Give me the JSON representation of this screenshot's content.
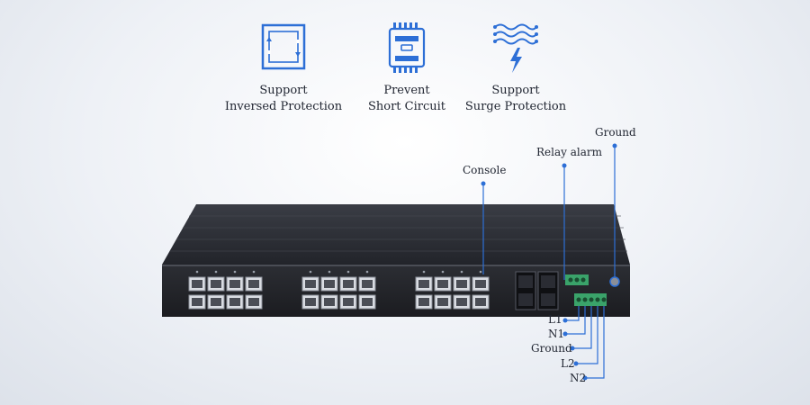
{
  "features": [
    {
      "line1": "Support",
      "line2": "Inversed Protection",
      "icon": "inverse-protection-icon"
    },
    {
      "line1": "Prevent",
      "line2": "Short Circuit",
      "icon": "short-circuit-icon"
    },
    {
      "line1": "Support",
      "line2": "Surge Protection",
      "icon": "surge-protection-icon"
    }
  ],
  "callouts": {
    "console": "Console",
    "relay_alarm": "Relay alarm",
    "ground_top": "Ground",
    "l1": "L1",
    "n1": "N1",
    "ground_bottom": "Ground",
    "l2": "L2",
    "n2": "N2"
  },
  "colors": {
    "accent": "#2d6fd6",
    "device": "#25272d",
    "terminal": "#3aa36a"
  }
}
